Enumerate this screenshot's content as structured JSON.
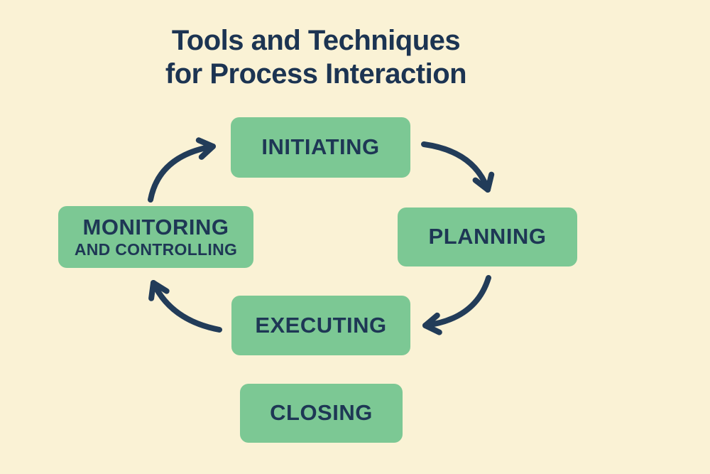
{
  "title": {
    "line1": "Tools and Techniques",
    "line2": "for Process Interaction"
  },
  "nodes": {
    "initiating": {
      "label": "INITIATING"
    },
    "planning": {
      "label": "PLANNING"
    },
    "executing": {
      "label": "EXECUTING"
    },
    "monitoring": {
      "label": "MONITORING",
      "sublabel": "AND CONTROLLING"
    },
    "closing": {
      "label": "CLOSING"
    }
  },
  "arrows": [
    {
      "from": "monitoring",
      "to": "initiating"
    },
    {
      "from": "initiating",
      "to": "planning"
    },
    {
      "from": "planning",
      "to": "executing"
    },
    {
      "from": "executing",
      "to": "monitoring"
    }
  ],
  "colors": {
    "background": "#FAF2D5",
    "node_fill": "#7CC894",
    "text": "#1E3755",
    "arrow": "#223C59",
    "title": "#1C3452"
  }
}
